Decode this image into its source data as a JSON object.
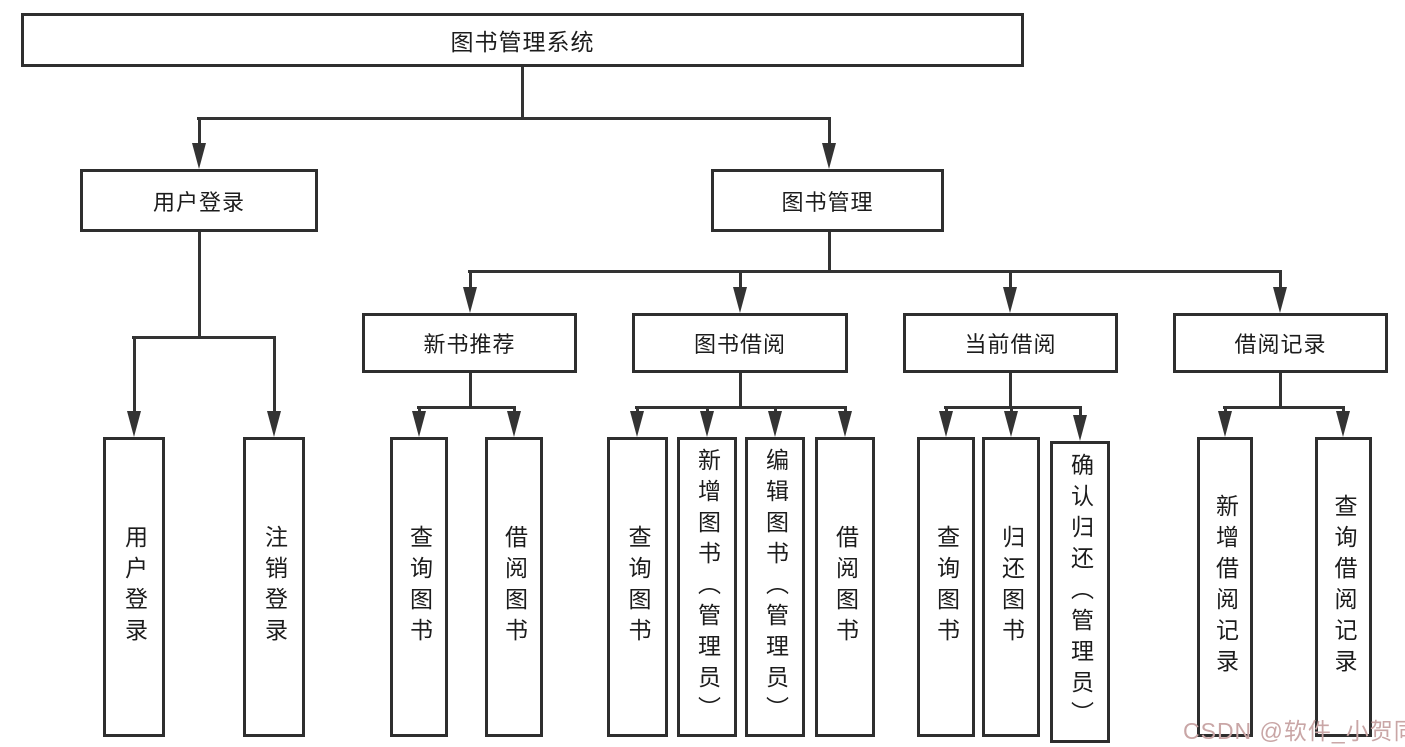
{
  "diagram": {
    "root": {
      "label": "图书管理系统"
    },
    "children": [
      {
        "label": "用户登录",
        "children": [
          {
            "label": "用户登录"
          },
          {
            "label": "注销登录"
          }
        ]
      },
      {
        "label": "图书管理",
        "children": [
          {
            "label": "新书推荐",
            "children": [
              {
                "label": "查询图书"
              },
              {
                "label": "借阅图书"
              }
            ]
          },
          {
            "label": "图书借阅",
            "children": [
              {
                "label": "查询图书"
              },
              {
                "label": "新增图书（管理员）"
              },
              {
                "label": "编辑图书（管理员）"
              },
              {
                "label": "借阅图书"
              }
            ]
          },
          {
            "label": "当前借阅",
            "children": [
              {
                "label": "查询图书"
              },
              {
                "label": "归还图书"
              },
              {
                "label": "确认归还（管理员）"
              }
            ]
          },
          {
            "label": "借阅记录",
            "children": [
              {
                "label": "新增借阅记录"
              },
              {
                "label": "查询借阅记录"
              }
            ]
          }
        ]
      }
    ]
  },
  "watermark": {
    "text": "CSDN @软件_小贺同学"
  },
  "colors": {
    "background": "#ffffff",
    "box_border": "#2e2e2e",
    "line": "#333333",
    "text": "#1c1c1c",
    "watermark": "#c9a6a6"
  }
}
